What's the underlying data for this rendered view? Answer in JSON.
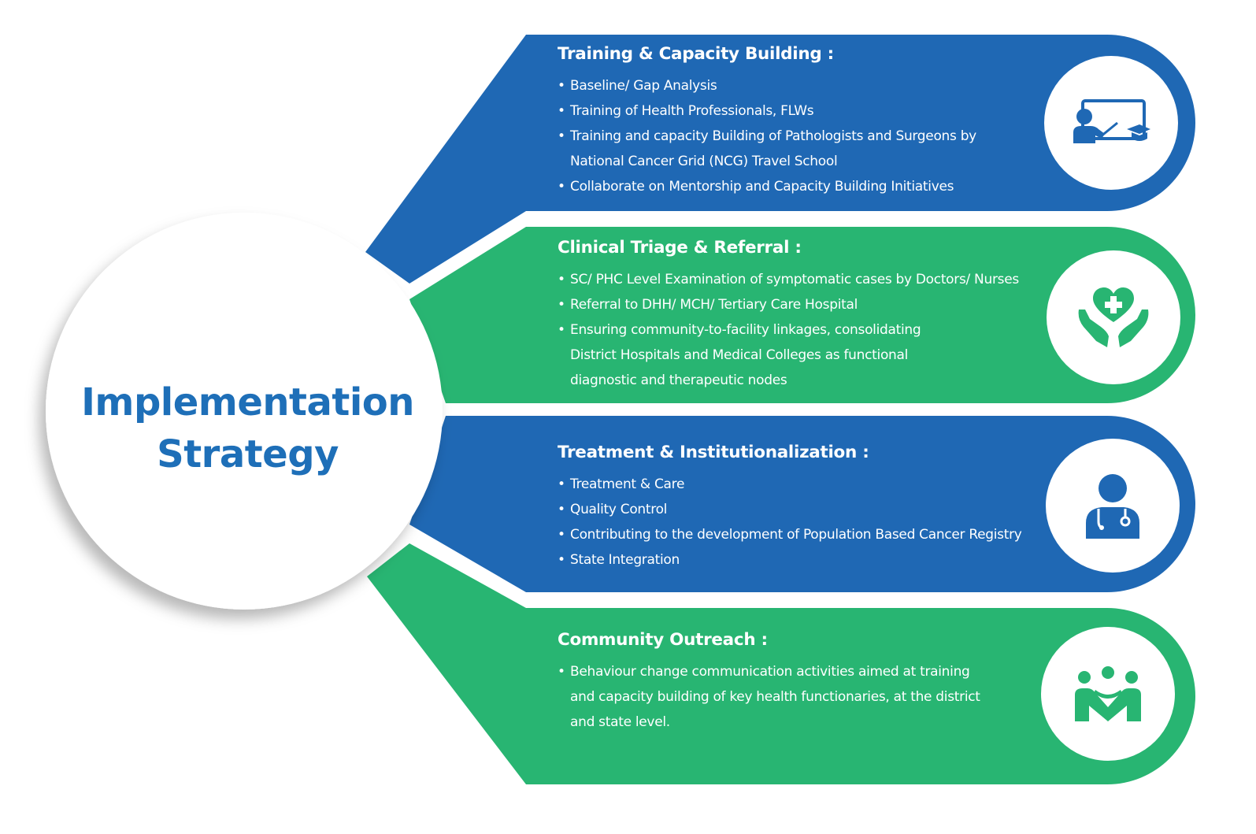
{
  "center": {
    "title_line1": "Implementation",
    "title_line2": "Strategy"
  },
  "colors": {
    "blue": "#1f68b4",
    "green": "#28b572",
    "title_blue": "#1e6fb8",
    "white": "#ffffff"
  },
  "bands": [
    {
      "title": "Training & Capacity Building :",
      "color": "blue",
      "icon": "teacher-board-icon",
      "items": [
        "Baseline/ Gap Analysis",
        "Training of Health Professionals, FLWs",
        "Training and capacity Building of Pathologists and Surgeons by National Cancer Grid (NCG) Travel School",
        "Collaborate on Mentorship and Capacity Building Initiatives"
      ]
    },
    {
      "title": "Clinical Triage & Referral :",
      "color": "green",
      "icon": "hands-heart-icon",
      "items": [
        "SC/ PHC Level Examination of symptomatic cases by Doctors/ Nurses",
        "Referral to DHH/ MCH/ Tertiary Care Hospital",
        "Ensuring community-to-facility linkages, consolidating District Hospitals and Medical Colleges as functional diagnostic and therapeutic nodes"
      ]
    },
    {
      "title": "Treatment & Institutionalization :",
      "color": "blue",
      "icon": "doctor-icon",
      "items": [
        "Treatment & Care",
        "Quality Control",
        "Contributing to the development of Population Based Cancer Registry",
        "State Integration"
      ]
    },
    {
      "title": "Community Outreach :",
      "color": "green",
      "icon": "community-group-icon",
      "items": [
        "Behaviour change communication activities aimed at training and capacity building of key health functionaries, at the district and state level."
      ]
    }
  ]
}
